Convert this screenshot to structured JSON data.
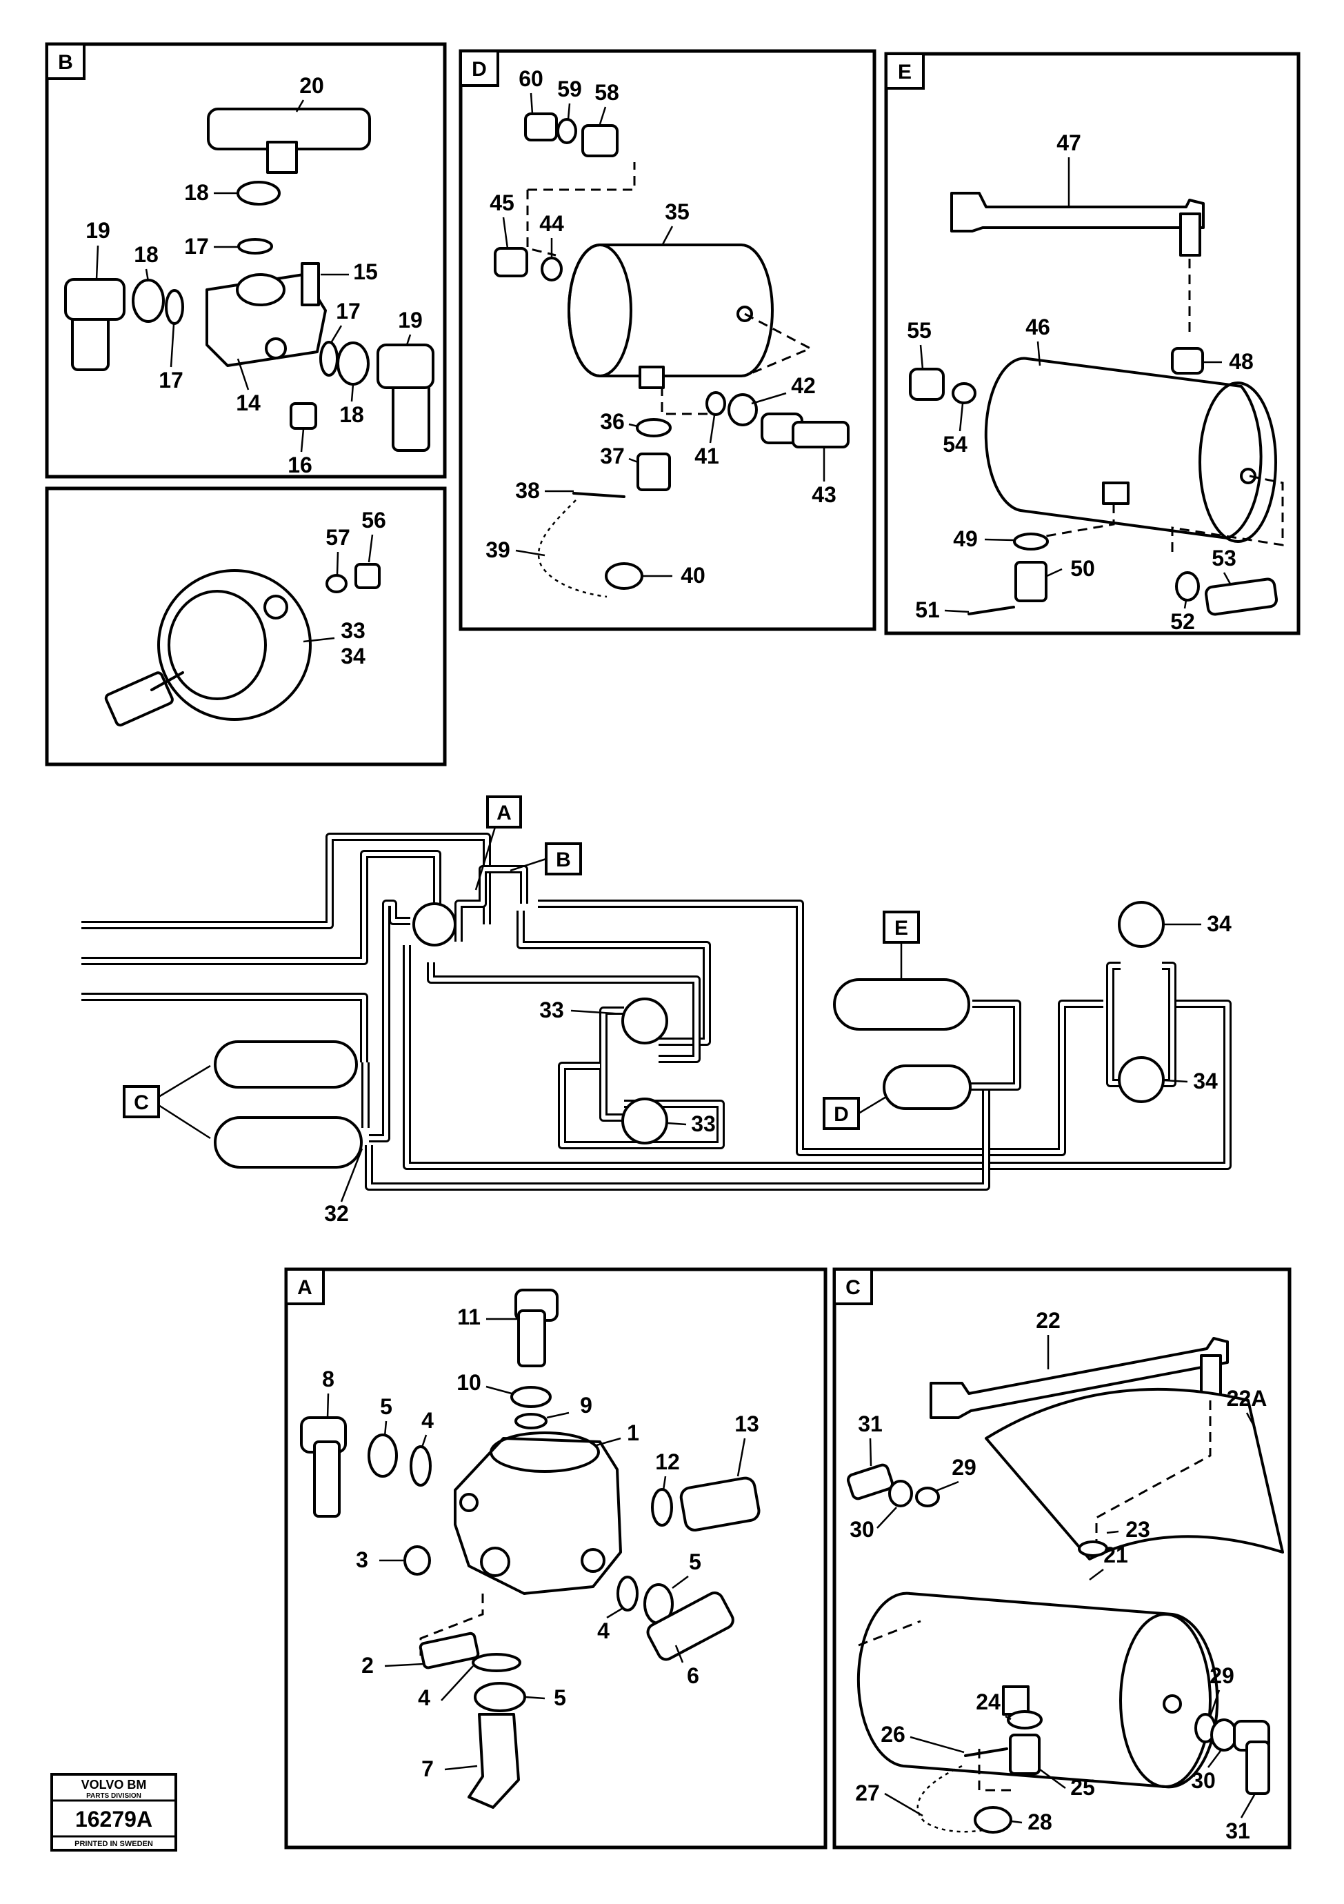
{
  "panels": {
    "B": {
      "tag": "B",
      "labels": [
        "20",
        "18",
        "17",
        "19",
        "18",
        "15",
        "17",
        "19",
        "17",
        "14",
        "18",
        "16"
      ]
    },
    "D": {
      "tag": "D",
      "labels": [
        "60",
        "59",
        "58",
        "35",
        "45",
        "44",
        "42",
        "36",
        "41",
        "37",
        "43",
        "38",
        "39",
        "40"
      ]
    },
    "E": {
      "tag": "E",
      "labels": [
        "47",
        "46",
        "55",
        "48",
        "54",
        "49",
        "50",
        "51",
        "53",
        "52"
      ]
    },
    "brake": {
      "labels": [
        "57",
        "56",
        "33",
        "34"
      ]
    },
    "A": {
      "tag": "A",
      "labels": [
        "11",
        "10",
        "9",
        "8",
        "5",
        "4",
        "1",
        "13",
        "12",
        "3",
        "5",
        "4",
        "6",
        "2",
        "4",
        "5",
        "7"
      ]
    },
    "C": {
      "tag": "C",
      "labels": [
        "22",
        "31",
        "29",
        "22A",
        "23",
        "30",
        "21",
        "29",
        "24",
        "26",
        "25",
        "30",
        "27",
        "28",
        "31"
      ]
    }
  },
  "layout_diagram": {
    "tags": {
      "A": "A",
      "B": "B",
      "C": "C",
      "D": "D",
      "E": "E"
    },
    "labels": {
      "n33a": "33",
      "n33b": "33",
      "n34a": "34",
      "n34b": "34",
      "n32": "32"
    }
  },
  "logo": {
    "brand": "VOLVO BM",
    "division": "PARTS DIVISION",
    "code": "16279A",
    "printed": "PRINTED IN SWEDEN"
  }
}
